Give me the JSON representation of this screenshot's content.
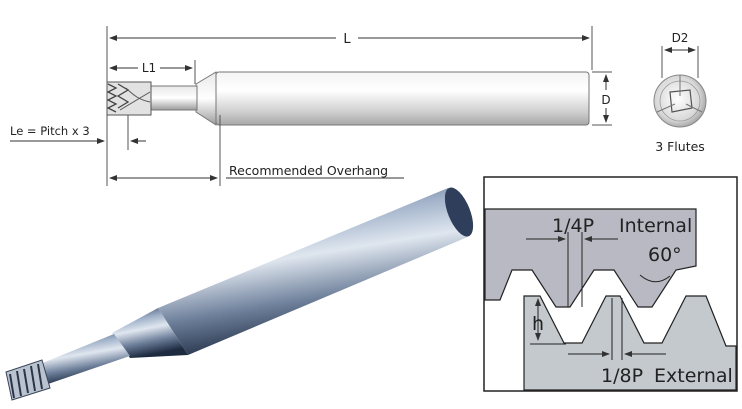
{
  "drawing": {
    "dims": {
      "L": "L",
      "L1": "L1",
      "D": "D",
      "D2": "D2",
      "Le": "Le = Pitch x 3",
      "overhang": "Recommended Overhang"
    },
    "end_view_caption": "3 Flutes"
  },
  "thread_profile": {
    "internal_label": "Internal",
    "external_label": "External",
    "angle_label": "60°",
    "quarter_pitch_label": "1/4P",
    "eighth_pitch_label": "1/8P",
    "height_label": "h",
    "colors": {
      "internal_fill": "#b9b9c4",
      "external_fill": "#c3c9cd"
    }
  }
}
